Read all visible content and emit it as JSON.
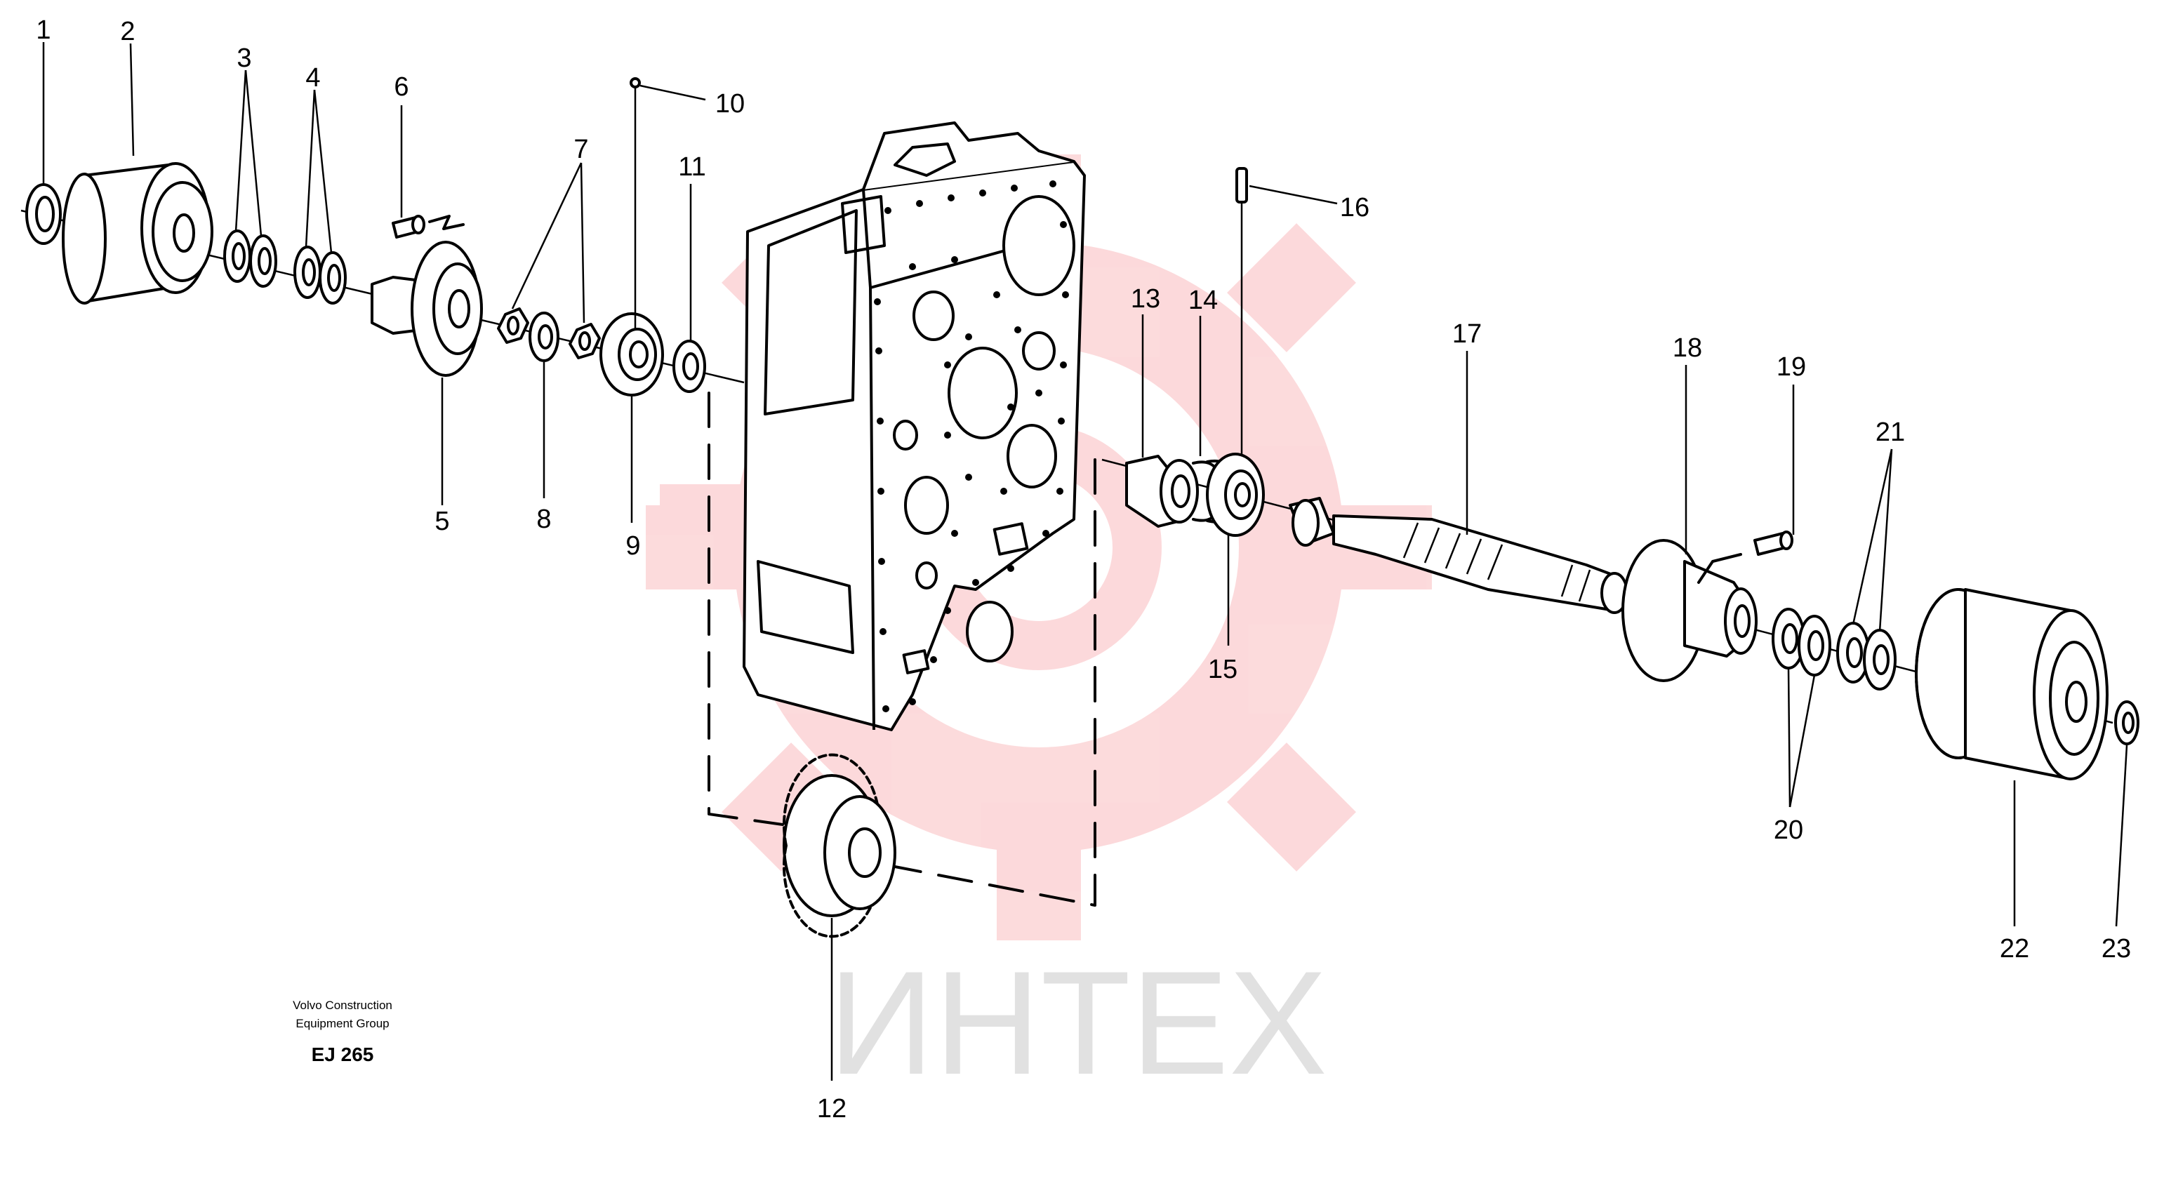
{
  "callouts": [
    "1",
    "2",
    "3",
    "4",
    "5",
    "6",
    "7",
    "8",
    "9",
    "10",
    "11",
    "12",
    "13",
    "14",
    "15",
    "16",
    "17",
    "18",
    "19",
    "20",
    "21",
    "22",
    "23"
  ],
  "credit": {
    "line1": "Volvo Construction",
    "line2": "Equipment Group"
  },
  "drawing_code": "EJ 265",
  "watermark_text": "ИНТЕХ",
  "colors": {
    "ink": "#000000",
    "watermark_gear": "#ee1c24",
    "watermark_text": "#bdbdbd"
  }
}
